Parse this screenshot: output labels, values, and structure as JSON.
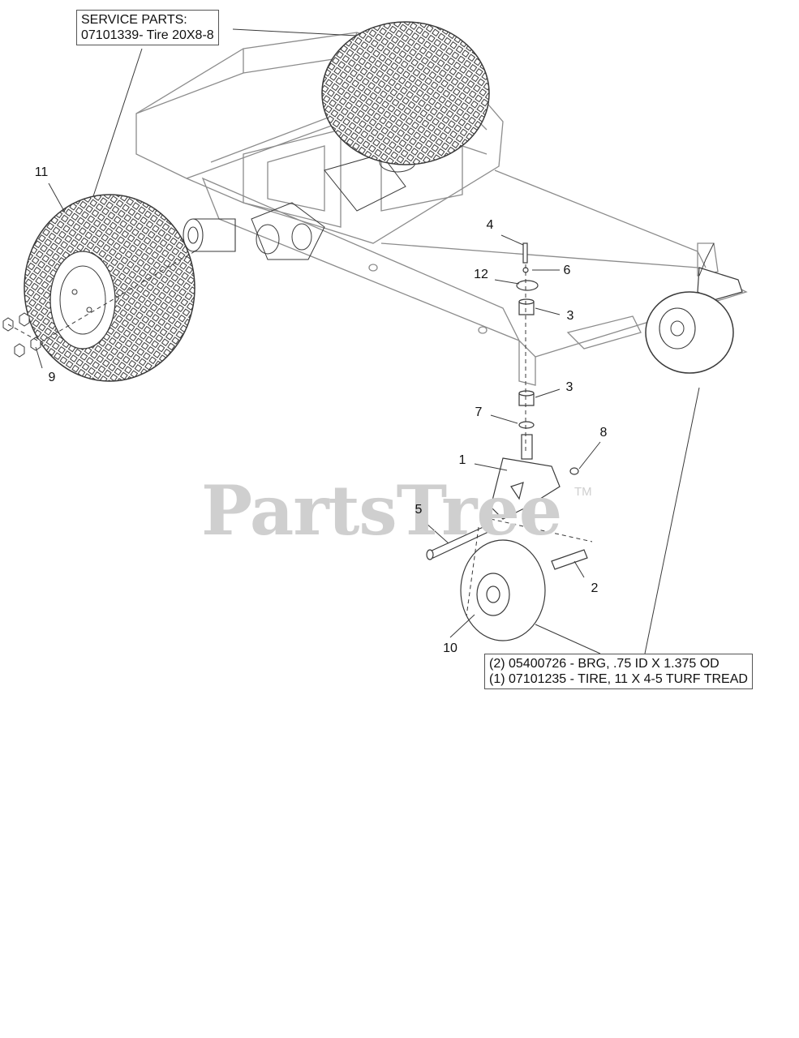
{
  "watermark": {
    "brand": "PartsTree",
    "trademark": "TM"
  },
  "callouts": {
    "service_parts": {
      "title": "SERVICE PARTS:",
      "line1": "07101339- Tire 20X8-8"
    },
    "caster": {
      "line1": "(2) 05400726 - BRG, .75 ID X 1.375 OD",
      "line2": "(1) 07101235 - TIRE, 11 X 4-5 TURF TREAD"
    }
  },
  "reference_numbers": {
    "n1": "1",
    "n2": "2",
    "n3a": "3",
    "n3b": "3",
    "n4": "4",
    "n5": "5",
    "n6": "6",
    "n7": "7",
    "n8": "8",
    "n9": "9",
    "n10": "10",
    "n11": "11",
    "n12": "12"
  },
  "colors": {
    "line": "#3a3a3a",
    "frame": "#8c8c8c",
    "watermark": "#cfcfcf"
  }
}
